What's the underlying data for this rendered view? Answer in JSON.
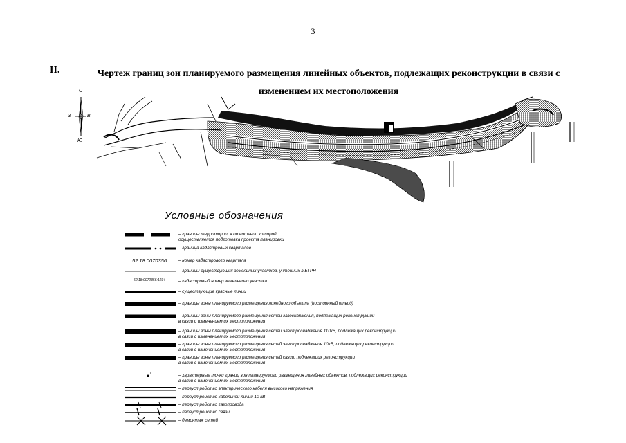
{
  "page": {
    "number": "3",
    "section_number": "II.",
    "section_title": "Чертеж границ зон планируемого размещения линейных объектов, подлежащих реконструкции в связи с изменением их местоположения"
  },
  "compass": {
    "north": "С",
    "south": "Ю",
    "west": "З",
    "east": "В"
  },
  "legend": {
    "title": "Условные обозначения",
    "items": [
      {
        "symbol": "dash-thick",
        "text": "– границы территории, в отношении которой\nосуществляется подготовка проекта планировки"
      },
      {
        "symbol": "dash-dot",
        "text": "– граница кадастровых кварталов"
      },
      {
        "symbol": "code",
        "code": "52:18:0070356",
        "text": "– номер кадастрового квартала"
      },
      {
        "symbol": "thin-line",
        "text": "– границы существующих земельных участков, учтенных в ЕГРН"
      },
      {
        "symbol": "code-small",
        "code": "52:18:0070356:1234",
        "text": "– кадастровый номер земельного участка"
      },
      {
        "symbol": "medium-line",
        "text": "– существующие красные линии"
      },
      {
        "symbol": "thick-line",
        "text": "– границы зоны планируемого размещения линейного объекта (постоянный отвод)"
      },
      {
        "symbol": "thick-line-2",
        "text": "– границы зоны планируемого размещения сетей газоснабжения, подлежащих реконструкции\nв связи с изменением их местоположения"
      },
      {
        "symbol": "thick-line-3",
        "text": "– границы зоны планируемого размещения сетей электроснабжения 110кВ, подлежащих реконструкции\nв связи с изменением их местоположения"
      },
      {
        "symbol": "thick-line-4",
        "text": "– границы зоны планируемого размещения сетей электроснабжения 10кВ, подлежащих реконструкции\nв связи с изменением их местоположения"
      },
      {
        "symbol": "thick-line-5",
        "text": "– границы зоны планируемого размещения сетей связи, подлежащих реконструкции\nв связи с изменением их местоположения"
      },
      {
        "symbol": "point",
        "text": "– характерные точки границ зон планируемого размещения линейных объектов, подлежащих реконструкции\nв связи с изменением их местоположения"
      },
      {
        "symbol": "double-line",
        "text": "– переустройство электрического кабеля высокого напряжения"
      },
      {
        "symbol": "single-line",
        "text": "– переустройство кабельной линии 10 кВ"
      },
      {
        "symbol": "gas-line",
        "text": "– переустройство газопровода"
      },
      {
        "symbol": "comm-line",
        "text": "– переустройство связи"
      },
      {
        "symbol": "cross-line",
        "text": "– демонтаж сетей"
      }
    ]
  }
}
